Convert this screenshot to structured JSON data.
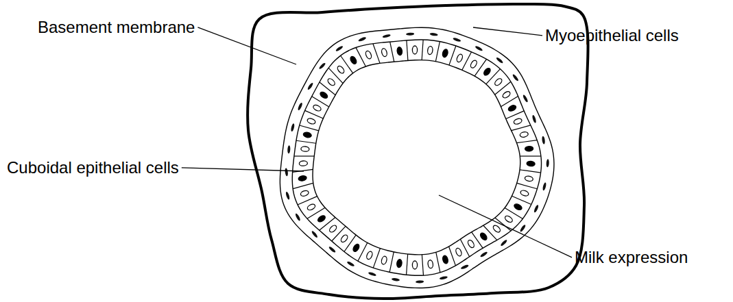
{
  "diagram": {
    "labels": [
      "Basement membrane",
      "Myoepithelial cells",
      "Cuboidal epithelial cells",
      "Milk expression"
    ]
  }
}
